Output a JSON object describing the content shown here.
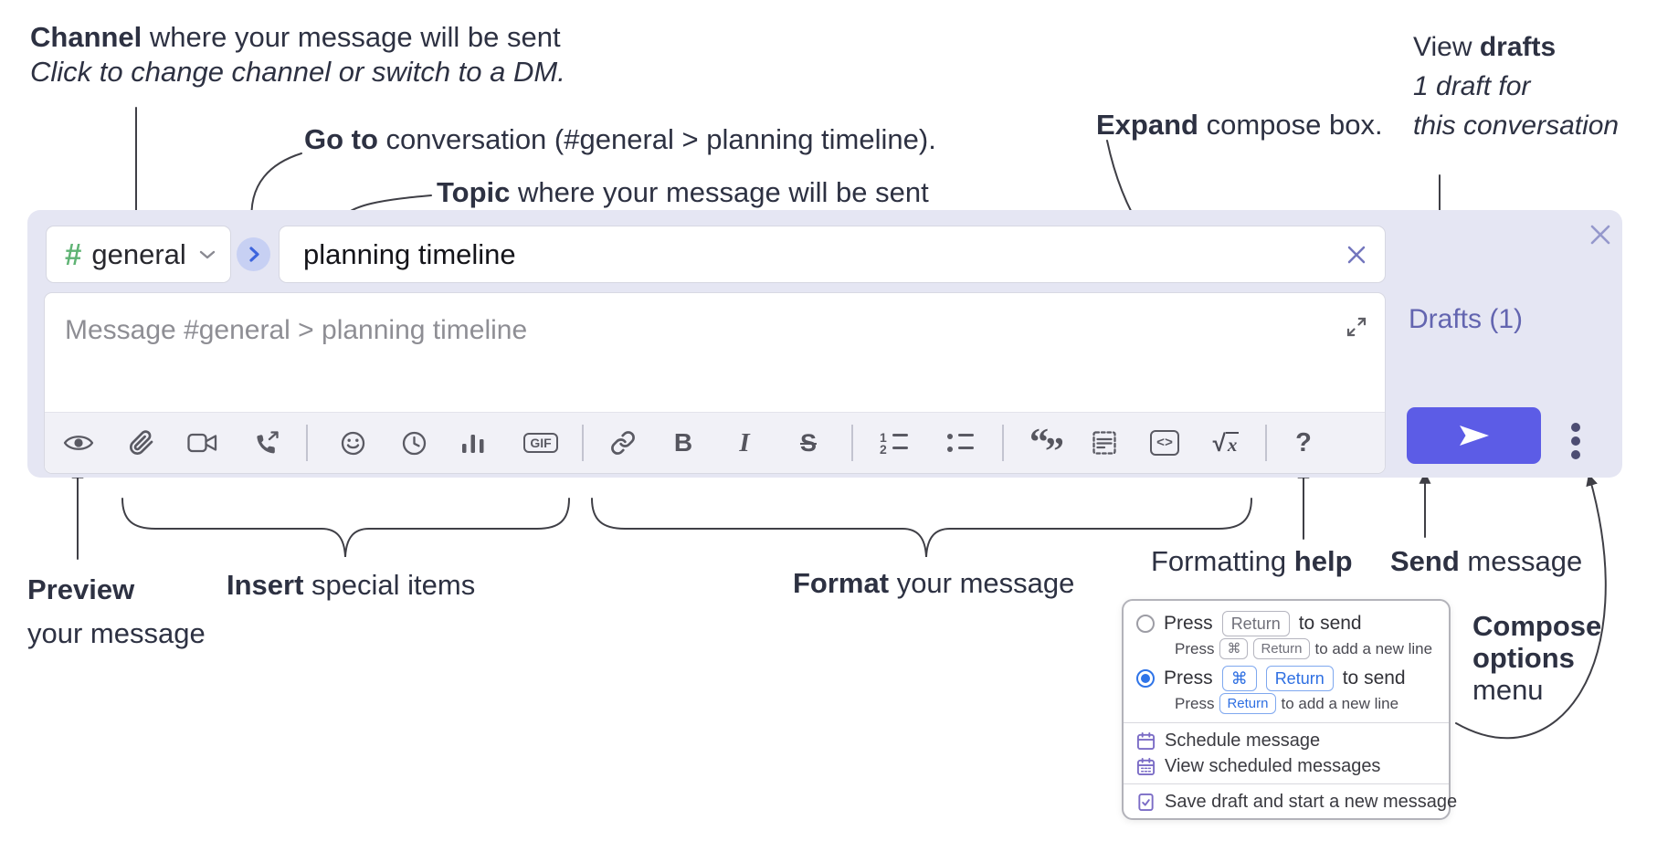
{
  "colors": {
    "accent_send": "#5c5ce6",
    "drafts_link": "#6365b0",
    "channel_hash_green": "#5fb374",
    "goto_chevron_blue": "#3d64dd",
    "selected_radio_blue": "#2f74e8",
    "menu_icon_purple": "#7b6cc6",
    "compose_box_bg": "#e5e6f3",
    "annotation_text": "#2d3142"
  },
  "annotations": {
    "channel": {
      "lead_bold": "Channel",
      "rest": " where your message will be sent",
      "subline_italic": "Click to change channel or switch to a DM."
    },
    "goto": {
      "lead_bold": "Go to",
      "rest": " conversation (#general > planning timeline)."
    },
    "topic": {
      "lead_bold": "Topic",
      "rest": " where your message will be sent"
    },
    "expand": {
      "lead_bold": "Expand",
      "rest": " compose box."
    },
    "view_drafts": {
      "line1_lead": "View ",
      "line1_bold": "drafts",
      "line2_italic": "1 draft for",
      "line3_italic": "this conversation"
    },
    "preview": {
      "line1_bold": "Preview",
      "line2": "your message"
    },
    "insert": {
      "lead_bold": "Insert",
      "rest": " special items"
    },
    "format": {
      "lead_bold": "Format",
      "rest": " your message"
    },
    "formatting_help": {
      "lead": "Formatting ",
      "bold": "help"
    },
    "send": {
      "lead_bold": "Send",
      "rest": " message"
    },
    "compose_options": {
      "line1_bold": "Compose",
      "line2_bold": "options",
      "line3": "menu"
    }
  },
  "compose": {
    "channel": {
      "name": "general",
      "hash": "#"
    },
    "topic": {
      "value": "planning timeline"
    },
    "message": {
      "placeholder": "Message #general > planning timeline"
    },
    "drafts_link": "Drafts (1)",
    "toolbar": {
      "gif": "GIF",
      "bold": "B",
      "italic": "I",
      "strike": "S",
      "ol_1": "1",
      "ol_2": "2",
      "quote_open": "“",
      "quote_close": "”",
      "code_glyph": "<>",
      "math": "√",
      "math_var": "x",
      "help": "?"
    }
  },
  "compose_menu": {
    "options": [
      {
        "selected": false,
        "main_prefix": "Press",
        "main_key1": "Return",
        "main_suffix": "to send",
        "sub_prefix": "Press",
        "sub_key1": "⌘",
        "sub_key2": "Return",
        "sub_suffix": "to add a new line"
      },
      {
        "selected": true,
        "main_prefix": "Press",
        "main_key1": "⌘",
        "main_key2": "Return",
        "main_suffix": "to send",
        "sub_prefix": "Press",
        "sub_key1": "Return",
        "sub_suffix": "to add a new line"
      }
    ],
    "items": [
      {
        "label": "Schedule message"
      },
      {
        "label": "View scheduled messages"
      },
      {
        "label": "Save draft and start a new message"
      }
    ]
  }
}
